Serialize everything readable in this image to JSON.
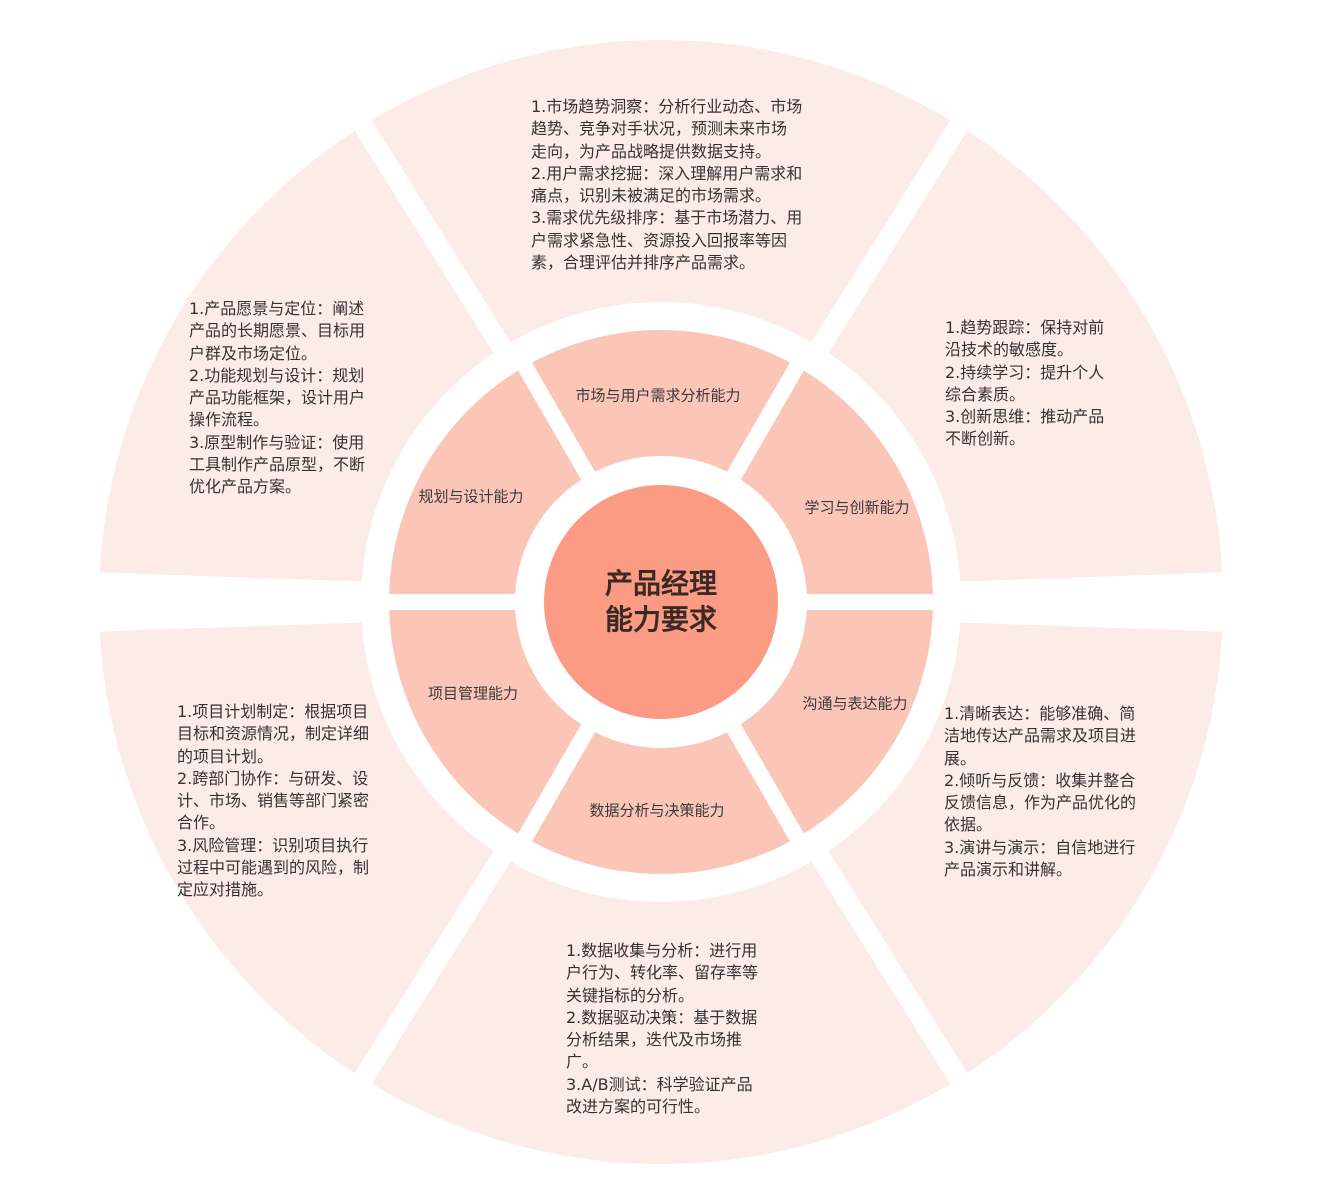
{
  "center": {
    "line1": "产品经理",
    "line2": "能力要求"
  },
  "colors": {
    "outer": "#fdebe7",
    "inner": "#fbc6b8",
    "core": "#fb9b83",
    "text": "#333333"
  },
  "categories": [
    {
      "label": "市场与用户需求分析能力",
      "lines": [
        "1.市场趋势洞察：分析行业动态、市场",
        "趋势、竞争对手状况，预测未来市场",
        "走向，为产品战略提供数据支持。",
        "2.用户需求挖掘：深入理解用户需求和",
        "痛点，识别未被满足的市场需求。",
        "3.需求优先级排序：基于市场潜力、用",
        "户需求紧急性、资源投入回报率等因",
        "素，合理评估并排序产品需求。"
      ]
    },
    {
      "label": "学习与创新能力",
      "lines": [
        "1.趋势跟踪：保持对前",
        "沿技术的敏感度。",
        "2.持续学习：提升个人",
        "综合素质。",
        "3.创新思维：推动产品",
        "不断创新。"
      ]
    },
    {
      "label": "沟通与表达能力",
      "lines": [
        "1.清晰表达：能够准确、简",
        "洁地传达产品需求及项目进",
        "展。",
        "2.倾听与反馈：收集并整合",
        "反馈信息，作为产品优化的",
        "依据。",
        "3.演讲与演示：自信地进行",
        "产品演示和讲解。"
      ]
    },
    {
      "label": "数据分析与决策能力",
      "lines": [
        "1.数据收集与分析：进行用",
        "户行为、转化率、留存率等",
        "关键指标的分析。",
        "2.数据驱动决策：基于数据",
        "分析结果，迭代及市场推",
        "广。",
        "3.A/B测试：科学验证产品",
        "改进方案的可行性。"
      ]
    },
    {
      "label": "项目管理能力",
      "lines": [
        "1.项目计划制定：根据项目",
        "目标和资源情况，制定详细",
        "的项目计划。",
        "2.跨部门协作：与研发、设",
        "计、市场、销售等部门紧密",
        "合作。",
        "3.风险管理：识别项目执行",
        "过程中可能遇到的风险，制",
        "定应对措施。"
      ]
    },
    {
      "label": "规划与设计能力",
      "lines": [
        "1.产品愿景与定位：阐述",
        "产品的长期愿景、目标用",
        "户群及市场定位。",
        "2.功能规划与设计：规划",
        "产品功能框架，设计用户",
        "操作流程。",
        "3.原型制作与验证：使用",
        "工具制作产品原型，不断",
        "优化产品方案。"
      ]
    }
  ]
}
